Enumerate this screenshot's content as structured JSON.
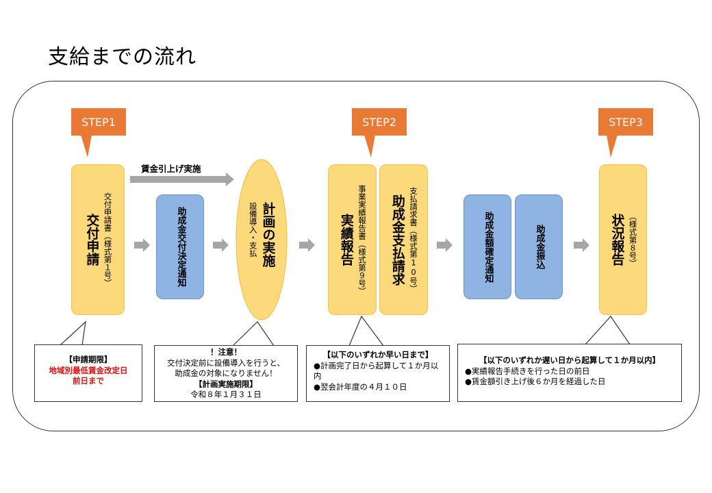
{
  "title": "支給までの流れ",
  "steps": {
    "step1": "STEP1",
    "step2": "STEP2",
    "step3": "STEP3"
  },
  "top_arrow_label": "賃金引上げ実施",
  "boxes": {
    "application": {
      "sub": "交付申請書（様式第１号）",
      "main": "交付申請"
    },
    "grant_decision": {
      "main": "助成金交付決定通知"
    },
    "plan_execution": {
      "main": "計画の実施",
      "sub": "設備導入・支払"
    },
    "performance_report": {
      "sub": "事業実績報告書（様式第９号）",
      "main": "実績報告"
    },
    "payment_request": {
      "sub": "支払請求書（様式第10号）",
      "main": "助成金支払請求"
    },
    "amount_confirmation": {
      "main": "助成金額確定通知"
    },
    "transfer": {
      "main": "助成金振込"
    },
    "status_report": {
      "sub": "（様式第８号）",
      "main": "状況報告"
    }
  },
  "notes": {
    "deadline": {
      "heading": "【申請期限】",
      "line1": "地域別最低賃金改定日",
      "line2": "前日まで"
    },
    "caution": {
      "heading": "！注意！",
      "line1": "交付決定前に設備導入を行うと、",
      "line2": "助成金の対象になりません！",
      "period_heading": "【計画実施期限】",
      "period": "令和８年１月３１日"
    },
    "report_deadline": {
      "heading": "【以下のいずれか早い日まで】",
      "item1": "●計画完了日から起算して１か月以内",
      "item2": "●翌会計年度の４月１０日"
    },
    "status_deadline": {
      "heading": "【以下のいずれか遅い日から起算して１か月以内】",
      "item1": "●実績報告手続きを行った日の前日",
      "item2": "●賃金額引き上げ後６か月を経過した日"
    }
  }
}
